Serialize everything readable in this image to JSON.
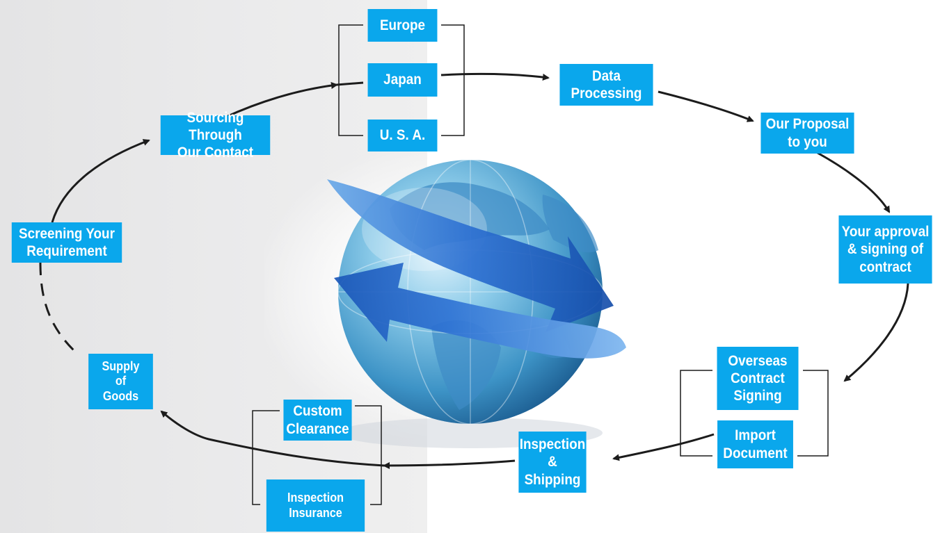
{
  "colors": {
    "box_fill": "#0aa7ec",
    "box_text": "#ffffff",
    "line": "#1c1c1c",
    "left_panel": "#e8e8e9"
  },
  "image": {
    "description_icon": "globe-with-arrows-icon"
  },
  "steps": {
    "europe": "Europe",
    "japan": "Japan",
    "usa": "U. S. A.",
    "data_processing": "Data\nProcessing",
    "our_proposal": "Our  Proposal\nto you",
    "your_approval": "Your approval\n& signing of\ncontract",
    "overseas_contract": "Overseas\nContract\nSigning",
    "import_document": "Import\nDocument",
    "inspection_shipping": "Inspection\n&\nShipping",
    "custom_clearance": "Custom\nClearance",
    "inspection_insurance": "Inspection\nInsurance",
    "supply_of_goods": "Supply\nof\nGoods",
    "screening_requirement": "Screening Your\nRequirement",
    "sourcing_contact": "Sourcing Through\nOur Contact"
  }
}
